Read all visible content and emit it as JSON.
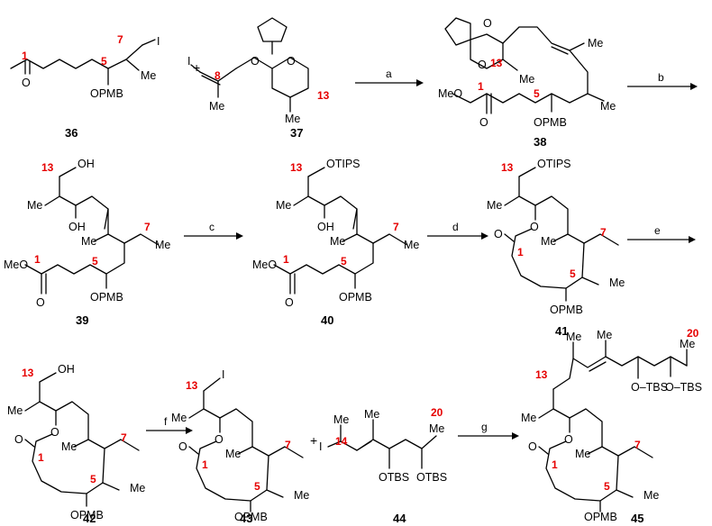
{
  "compounds": [
    {
      "id": "36",
      "atoms": {
        "o": "O",
        "i": "I",
        "me": "Me",
        "opmb": "OPMB"
      },
      "nums": {
        "c1": "1",
        "c5": "5",
        "c7": "7"
      }
    },
    {
      "id": "37",
      "atoms": {
        "i": "I",
        "me1": "Me",
        "me2": "Me",
        "o1": "O",
        "o2": "O"
      },
      "nums": {
        "c8": "8",
        "c13": "13"
      }
    },
    {
      "id": "38",
      "atoms": {
        "o1": "O",
        "o2": "O",
        "me1": "Me",
        "me2": "Me",
        "me3": "Me",
        "meo": "MeO",
        "o": "O",
        "opmb": "OPMB"
      },
      "nums": {
        "c13": "13",
        "c1": "1",
        "c5": "5"
      }
    },
    {
      "id": "39",
      "atoms": {
        "oh1": "OH",
        "oh2": "OH",
        "me1": "Me",
        "me2": "Me",
        "me3": "Me",
        "meo": "MeO",
        "o": "O",
        "opmb": "OPMB"
      },
      "nums": {
        "c13": "13",
        "c7": "7",
        "c1": "1",
        "c5": "5"
      }
    },
    {
      "id": "40",
      "atoms": {
        "otips": "OTIPS",
        "oh": "OH",
        "me1": "Me",
        "me2": "Me",
        "me3": "Me",
        "meo": "MeO",
        "o": "O",
        "opmb": "OPMB"
      },
      "nums": {
        "c13": "13",
        "c7": "7",
        "c1": "1",
        "c5": "5"
      }
    },
    {
      "id": "41",
      "atoms": {
        "otips": "OTIPS",
        "o1": "O",
        "o2": "O",
        "me1": "Me",
        "me2": "Me",
        "me3": "Me",
        "opmb": "OPMB"
      },
      "nums": {
        "c13": "13",
        "c7": "7",
        "c1": "1",
        "c5": "5"
      }
    },
    {
      "id": "42",
      "atoms": {
        "oh": "OH",
        "o1": "O",
        "o2": "O",
        "me1": "Me",
        "me2": "Me",
        "me3": "Me",
        "opmb": "OPMB"
      },
      "nums": {
        "c13": "13",
        "c7": "7",
        "c1": "1",
        "c5": "5"
      }
    },
    {
      "id": "43",
      "atoms": {
        "i": "I",
        "o1": "O",
        "o2": "O",
        "me1": "Me",
        "me2": "Me",
        "me3": "Me",
        "opmb": "OPMB"
      },
      "nums": {
        "c13": "13",
        "c7": "7",
        "c1": "1",
        "c5": "5"
      }
    },
    {
      "id": "44",
      "atoms": {
        "i": "I",
        "me1": "Me",
        "me2": "Me",
        "me3": "Me",
        "otbs1": "OTBS",
        "otbs2": "OTBS"
      },
      "nums": {
        "c14": "14",
        "c20": "20"
      }
    },
    {
      "id": "45",
      "atoms": {
        "me1": "Me",
        "me2": "Me",
        "me3": "Me",
        "me4": "Me",
        "me5": "Me",
        "me6": "Me",
        "o1": "O",
        "o2": "O",
        "tbs1": "O–TBS",
        "tbs2": "O–TBS",
        "opmb": "OPMB"
      },
      "nums": {
        "c13": "13",
        "c20": "20",
        "c1": "1",
        "c5": "5",
        "c7": "7"
      }
    }
  ],
  "reagents": {
    "a": "a",
    "b": "b",
    "c": "c",
    "d": "d",
    "e": "e",
    "f": "f",
    "g": "g"
  },
  "plus_signs": [
    "+",
    "+"
  ]
}
